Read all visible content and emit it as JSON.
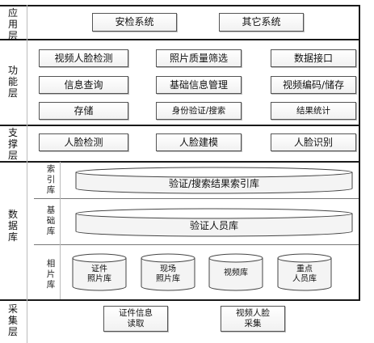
{
  "layers": {
    "application": {
      "label": "应用层"
    },
    "function": {
      "label": "功能层"
    },
    "support": {
      "label": "支撑层"
    },
    "data": {
      "label": "数据库"
    },
    "collection": {
      "label": "采集层"
    }
  },
  "application_boxes": [
    "安检系统",
    "其它系统"
  ],
  "function_boxes": [
    "视频人脸检测",
    "照片质量筛选",
    "数据接口",
    "信息查询",
    "基础信息管理",
    "视频编码/储存",
    "存储",
    "身份验证/搜索",
    "结果统计"
  ],
  "support_boxes": [
    "人脸检测",
    "人脸建模",
    "人脸识别"
  ],
  "data_sublayers": {
    "index": {
      "label": "索引库",
      "db": "验证/搜索结果索引库"
    },
    "base": {
      "label": "基础库",
      "db": "验证人员库"
    },
    "photo": {
      "label": "相片库",
      "dbs": [
        "证件\n照片库",
        "现场\n照片库",
        "视频库",
        "重点\n人员库"
      ]
    }
  },
  "collection_boxes": [
    "证件信息\n读取",
    "视频人脸\n采集"
  ]
}
